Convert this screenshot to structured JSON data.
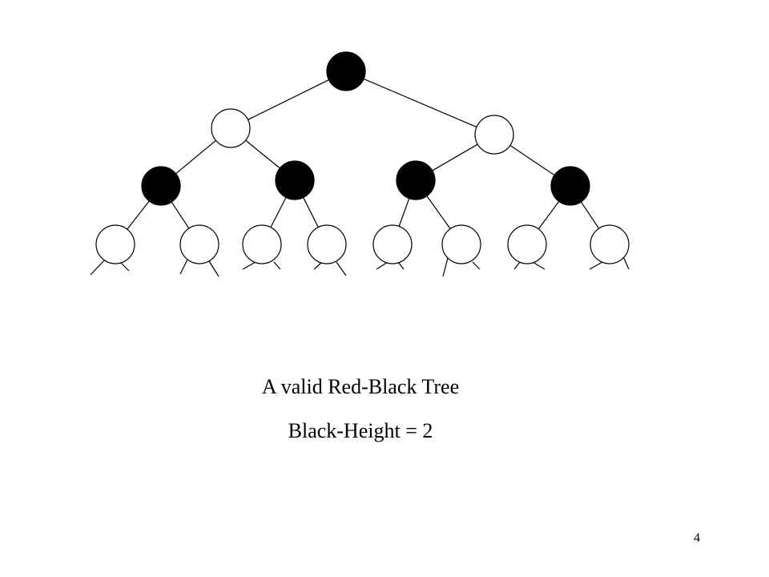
{
  "colors": {
    "black_node": "#000000",
    "red_node": "#ffffff",
    "edge": "#000000",
    "background": "#ffffff"
  },
  "tree": {
    "nodes": [
      {
        "id": "root",
        "color": "black",
        "parent": null
      },
      {
        "id": "n1",
        "color": "red",
        "parent": "root"
      },
      {
        "id": "n2",
        "color": "red",
        "parent": "root"
      },
      {
        "id": "n3",
        "color": "black",
        "parent": "n1"
      },
      {
        "id": "n4",
        "color": "black",
        "parent": "n1"
      },
      {
        "id": "n5",
        "color": "black",
        "parent": "n2"
      },
      {
        "id": "n6",
        "color": "black",
        "parent": "n2"
      },
      {
        "id": "n7",
        "color": "red",
        "parent": "n3"
      },
      {
        "id": "n8",
        "color": "red",
        "parent": "n3"
      },
      {
        "id": "n9",
        "color": "red",
        "parent": "n4"
      },
      {
        "id": "n10",
        "color": "red",
        "parent": "n4"
      },
      {
        "id": "n11",
        "color": "red",
        "parent": "n5"
      },
      {
        "id": "n12",
        "color": "red",
        "parent": "n5"
      },
      {
        "id": "n13",
        "color": "red",
        "parent": "n6"
      },
      {
        "id": "n14",
        "color": "red",
        "parent": "n6"
      }
    ]
  },
  "caption": {
    "title": "A valid Red-Black Tree",
    "black_height": "Black-Height = 2"
  },
  "page_number": "4"
}
